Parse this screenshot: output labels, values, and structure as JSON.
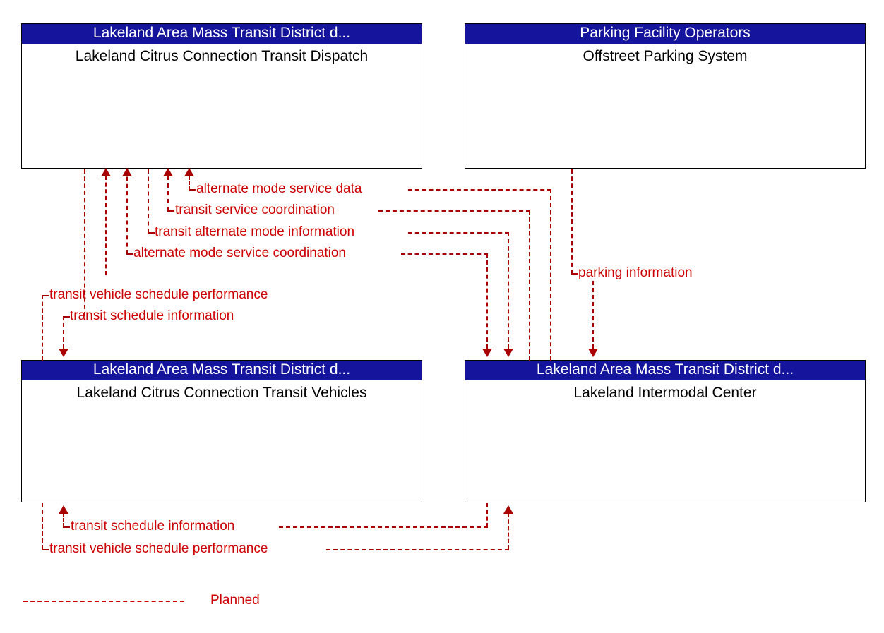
{
  "diagram": {
    "type": "ITS architecture interconnect diagram",
    "legend": {
      "items": [
        {
          "label": "Planned",
          "style": "dashed",
          "color": "#cc0000"
        }
      ]
    },
    "nodes": [
      {
        "id": "transit-dispatch",
        "stakeholder": "Lakeland Area Mass Transit District d...",
        "name": "Lakeland Citrus Connection Transit Dispatch",
        "position": "top-left"
      },
      {
        "id": "offstreet-parking",
        "stakeholder": "Parking Facility Operators",
        "name": "Offstreet Parking System",
        "position": "top-right"
      },
      {
        "id": "transit-vehicles",
        "stakeholder": "Lakeland Area Mass Transit District d...",
        "name": "Lakeland Citrus Connection Transit Vehicles",
        "position": "bottom-left"
      },
      {
        "id": "intermodal-center",
        "stakeholder": "Lakeland Area Mass Transit District d...",
        "name": "Lakeland Intermodal Center",
        "position": "bottom-right"
      }
    ],
    "flows": [
      {
        "label": "alternate mode service data",
        "from": "intermodal-center",
        "to": "transit-dispatch",
        "status": "Planned"
      },
      {
        "label": "transit service coordination",
        "from": "intermodal-center",
        "to": "transit-dispatch",
        "status": "Planned"
      },
      {
        "label": "transit alternate mode information",
        "from": "transit-dispatch",
        "to": "intermodal-center",
        "status": "Planned"
      },
      {
        "label": "alternate mode service coordination",
        "from": "transit-dispatch",
        "to": "intermodal-center",
        "status": "Planned"
      },
      {
        "label": "transit vehicle schedule performance",
        "from": "transit-vehicles",
        "to": "transit-dispatch",
        "status": "Planned"
      },
      {
        "label": "transit schedule information",
        "from": "transit-dispatch",
        "to": "transit-vehicles",
        "status": "Planned"
      },
      {
        "label": "parking information",
        "from": "offstreet-parking",
        "to": "intermodal-center",
        "status": "Planned"
      },
      {
        "label": "transit schedule information",
        "from": "intermodal-center",
        "to": "transit-vehicles",
        "status": "Planned"
      },
      {
        "label": "transit vehicle schedule performance",
        "from": "transit-vehicles",
        "to": "intermodal-center",
        "status": "Planned"
      }
    ]
  }
}
